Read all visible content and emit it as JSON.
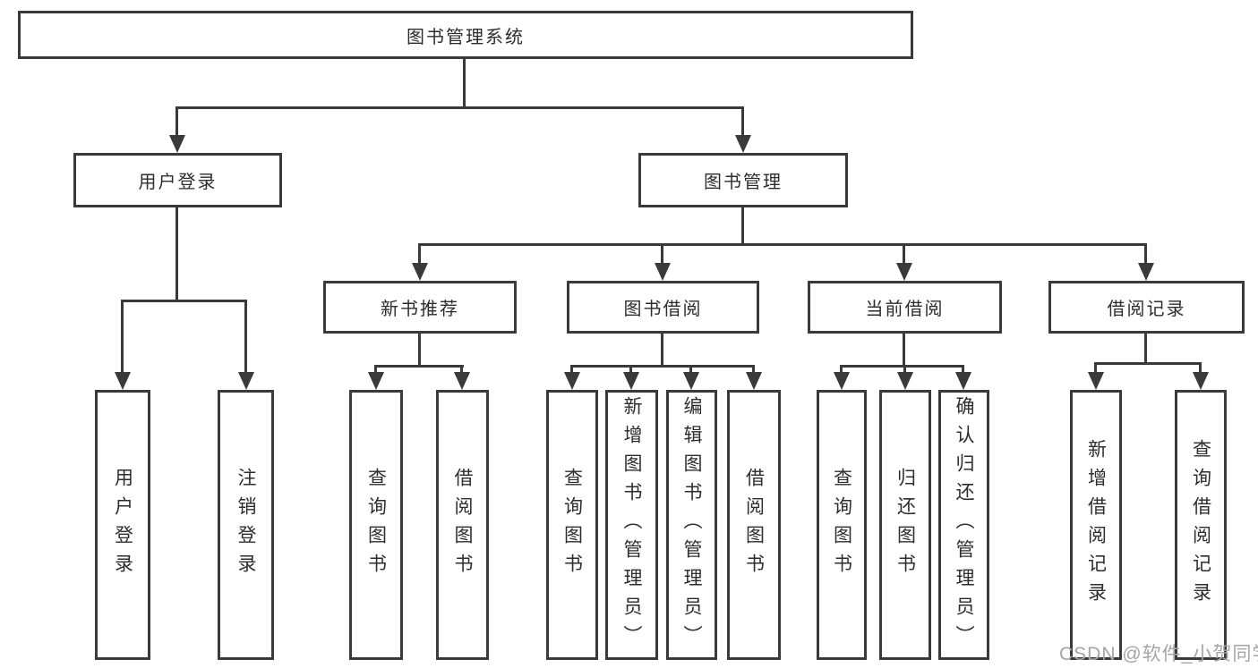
{
  "diagram": {
    "type": "hierarchy-tree",
    "title": "图书管理系统"
  },
  "colors": {
    "line": "#3a3a3a",
    "box_border": "#3a3a3a",
    "text": "#2d2d2d",
    "watermark": "#a5a5a5",
    "background": "#ffffff"
  },
  "tree": {
    "label": "图书管理系统",
    "children": [
      {
        "label": "用户登录",
        "children": [
          {
            "label": "用户登录"
          },
          {
            "label": "注销登录"
          }
        ]
      },
      {
        "label": "图书管理",
        "children": [
          {
            "label": "新书推荐",
            "children": [
              {
                "label": "查询图书"
              },
              {
                "label": "借阅图书"
              }
            ]
          },
          {
            "label": "图书借阅",
            "children": [
              {
                "label": "查询图书"
              },
              {
                "label": "新增图书（管理员）"
              },
              {
                "label": "编辑图书（管理员）"
              },
              {
                "label": "借阅图书"
              }
            ]
          },
          {
            "label": "当前借阅",
            "children": [
              {
                "label": "查询图书"
              },
              {
                "label": "归还图书"
              },
              {
                "label": "确认归还（管理员）"
              }
            ]
          },
          {
            "label": "借阅记录",
            "children": [
              {
                "label": "新增借阅记录"
              },
              {
                "label": "查询借阅记录"
              }
            ]
          }
        ]
      }
    ]
  },
  "watermark": {
    "text": "CSDN @软件_小贺同学"
  }
}
